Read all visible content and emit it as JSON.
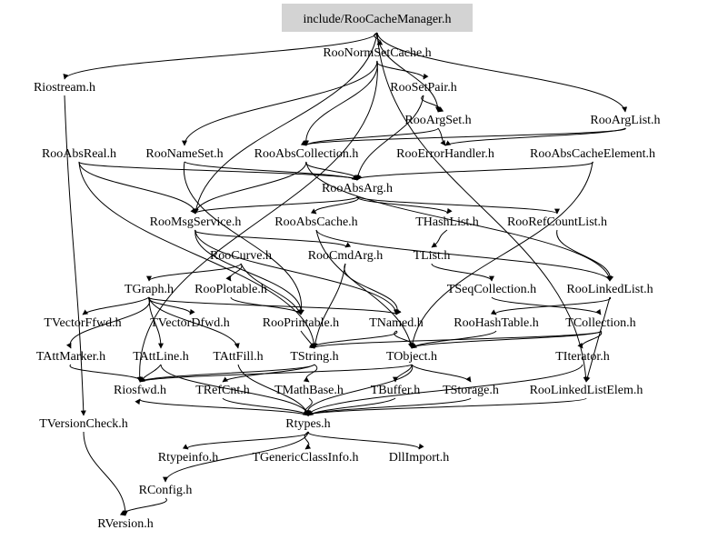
{
  "graph": {
    "root": "include/RooCacheManager.h",
    "nodes": {
      "root": "include/RooCacheManager.h",
      "roonormsetcache": "RooNormSetCache.h",
      "riostream": "Riostream.h",
      "roosetpair": "RooSetPair.h",
      "rooargset": "RooArgSet.h",
      "rooarglist": "RooArgList.h",
      "rooabsreal": "RooAbsReal.h",
      "roonameset": "RooNameSet.h",
      "rooabscollection": "RooAbsCollection.h",
      "rooerrorhandler": "RooErrorHandler.h",
      "rooabscacheelement": "RooAbsCacheElement.h",
      "rooabsarg": "RooAbsArg.h",
      "roomsgservice": "RooMsgService.h",
      "rooabscache": "RooAbsCache.h",
      "thashlist": "THashList.h",
      "roorefcountlist": "RooRefCountList.h",
      "roocurve": "RooCurve.h",
      "roocmdarg": "RooCmdArg.h",
      "tlist": "TList.h",
      "tgraph": "TGraph.h",
      "rooplotable": "RooPlotable.h",
      "tseqcollection": "TSeqCollection.h",
      "roolinkedlist": "RooLinkedList.h",
      "tvectorffwd": "TVectorFfwd.h",
      "tvectordfwd": "TVectorDfwd.h",
      "rooprintable": "RooPrintable.h",
      "tnamed": "TNamed.h",
      "roohashtable": "RooHashTable.h",
      "tcollection": "TCollection.h",
      "tattmarker": "TAttMarker.h",
      "tattline": "TAttLine.h",
      "tattfill": "TAttFill.h",
      "tstring": "TString.h",
      "tobject": "TObject.h",
      "titerator": "TIterator.h",
      "riosfwd": "Riosfwd.h",
      "trefcnt": "TRefCnt.h",
      "tmathbase": "TMathBase.h",
      "tbuffer": "TBuffer.h",
      "tstorage": "TStorage.h",
      "roolinkedlistelem": "RooLinkedListElem.h",
      "tversioncheck": "TVersionCheck.h",
      "rtypes": "Rtypes.h",
      "rtypeinfo": "Rtypeinfo.h",
      "tgenericclassinfo": "TGenericClassInfo.h",
      "dllimport": "DllImport.h",
      "rconfig": "RConfig.h",
      "rversion": "RVersion.h"
    },
    "edges": [
      [
        "root",
        "roonormsetcache"
      ],
      [
        "root",
        "riostream"
      ],
      [
        "root",
        "rooargset"
      ],
      [
        "root",
        "rooarglist"
      ],
      [
        "root",
        "roolinkedlistelem"
      ],
      [
        "root",
        "roomsgservice"
      ],
      [
        "roonormsetcache",
        "roosetpair"
      ],
      [
        "roonormsetcache",
        "roonameset"
      ],
      [
        "roonormsetcache",
        "rooabscollection"
      ],
      [
        "roonormsetcache",
        "riosfwd"
      ],
      [
        "roosetpair",
        "rooargset"
      ],
      [
        "roosetpair",
        "rooabsarg"
      ],
      [
        "rooargset",
        "rooabscollection"
      ],
      [
        "rooargset",
        "rooerrorhandler"
      ],
      [
        "rooarglist",
        "rooabscollection"
      ],
      [
        "rooarglist",
        "rooerrorhandler"
      ],
      [
        "rooabsreal",
        "rooabsarg"
      ],
      [
        "rooabsreal",
        "roomsgservice"
      ],
      [
        "rooabsreal",
        "tstring"
      ],
      [
        "roonameset",
        "rooabsarg"
      ],
      [
        "roonameset",
        "rooprintable"
      ],
      [
        "rooabscollection",
        "rooabsarg"
      ],
      [
        "rooabscollection",
        "roomsgservice"
      ],
      [
        "rooabscollection",
        "roolinkedlist"
      ],
      [
        "rooabscacheelement",
        "rooabsarg"
      ],
      [
        "rooabscacheelement",
        "tobject"
      ],
      [
        "rooabsarg",
        "thashlist"
      ],
      [
        "rooabsarg",
        "roorefcountlist"
      ],
      [
        "rooabsarg",
        "roomsgservice"
      ],
      [
        "rooabsarg",
        "rooabscache"
      ],
      [
        "roomsgservice",
        "roocmdarg"
      ],
      [
        "roomsgservice",
        "rooprintable"
      ],
      [
        "roomsgservice",
        "tnamed"
      ],
      [
        "rooabscache",
        "roolinkedlist"
      ],
      [
        "rooabscache",
        "tobject"
      ],
      [
        "thashlist",
        "tlist"
      ],
      [
        "roorefcountlist",
        "roolinkedlist"
      ],
      [
        "roocurve",
        "tgraph"
      ],
      [
        "roocurve",
        "rooplotable"
      ],
      [
        "roocurve",
        "rooprintable"
      ],
      [
        "roocmdarg",
        "tnamed"
      ],
      [
        "roocmdarg",
        "tstring"
      ],
      [
        "tlist",
        "tseqcollection"
      ],
      [
        "tseqcollection",
        "tcollection"
      ],
      [
        "roolinkedlist",
        "roohashtable"
      ],
      [
        "roolinkedlist",
        "roolinkedlistelem"
      ],
      [
        "tgraph",
        "tnamed"
      ],
      [
        "tgraph",
        "tattline"
      ],
      [
        "tgraph",
        "tattfill"
      ],
      [
        "tgraph",
        "tattmarker"
      ],
      [
        "tgraph",
        "tvectorffwd"
      ],
      [
        "tgraph",
        "tvectordfwd"
      ],
      [
        "rooplotable",
        "rooprintable"
      ],
      [
        "rooprintable",
        "tstring"
      ],
      [
        "tnamed",
        "tstring"
      ],
      [
        "tnamed",
        "tobject"
      ],
      [
        "roohashtable",
        "tobject"
      ],
      [
        "tcollection",
        "tobject"
      ],
      [
        "tcollection",
        "titerator"
      ],
      [
        "tcollection",
        "tstring"
      ],
      [
        "tattmarker",
        "riosfwd"
      ],
      [
        "tattline",
        "riosfwd"
      ],
      [
        "tattline",
        "rtypes"
      ],
      [
        "tattfill",
        "rtypes"
      ],
      [
        "tstring",
        "tmathbase"
      ],
      [
        "tstring",
        "trefcnt"
      ],
      [
        "tstring",
        "riosfwd"
      ],
      [
        "tobject",
        "tbuffer"
      ],
      [
        "tobject",
        "tstorage"
      ],
      [
        "tobject",
        "rtypes"
      ],
      [
        "tobject",
        "riosfwd"
      ],
      [
        "titerator",
        "rtypes"
      ],
      [
        "roolinkedlistelem",
        "rtypes"
      ],
      [
        "trefcnt",
        "rtypes"
      ],
      [
        "tmathbase",
        "rtypes"
      ],
      [
        "tbuffer",
        "rtypes"
      ],
      [
        "tstorage",
        "rtypes"
      ],
      [
        "tversioncheck",
        "rversion"
      ],
      [
        "riostream",
        "tversioncheck"
      ],
      [
        "rtypes",
        "rtypeinfo"
      ],
      [
        "rtypes",
        "tgenericclassinfo"
      ],
      [
        "rtypes",
        "dllimport"
      ],
      [
        "rtypes",
        "rconfig"
      ],
      [
        "rtypes",
        "riosfwd"
      ],
      [
        "rconfig",
        "rversion"
      ],
      [
        "tstorage",
        "rtypes"
      ]
    ]
  }
}
